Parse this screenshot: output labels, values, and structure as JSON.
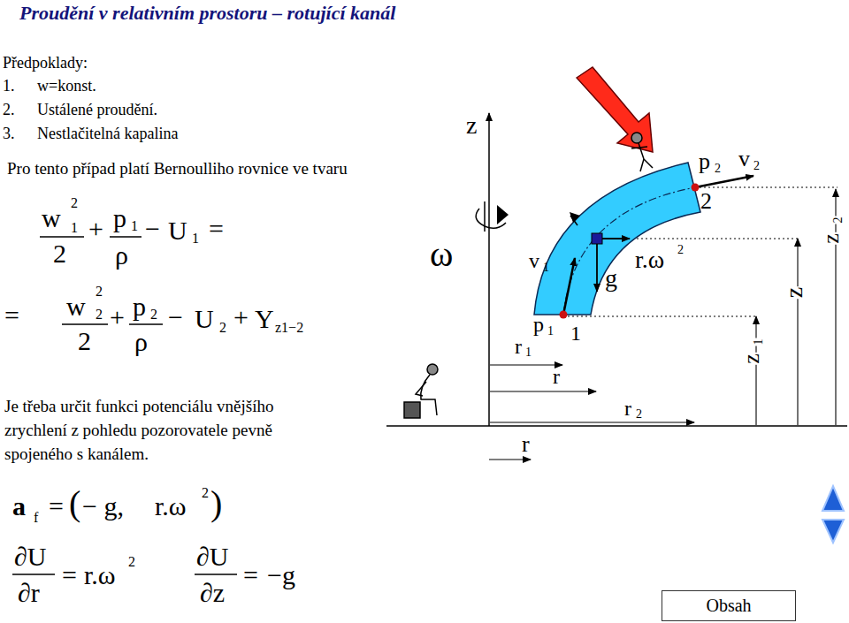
{
  "diagram": {
    "title": "Proudění v relativním prostoru – rotující kanál",
    "nodes": [
      {
        "text": [
          "Obsah"
        ]
      }
    ],
    "labels": [
      "Předpoklady:",
      "1.",
      "w=konst.",
      "2.",
      "Ustálené proudění.",
      "3.",
      "Nestlačitelná kapalina",
      "Pro tento případ platí Bernoulliho rovnice ve tvaru",
      "w",
      "2",
      "1",
      "2",
      "+",
      "p",
      "1",
      "ρ",
      "−",
      "U",
      "1",
      "=",
      "=",
      "w",
      "2",
      "2",
      "2",
      "+",
      "p",
      "2",
      "ρ",
      "−",
      "U",
      "2",
      "+",
      "Y",
      "z1−2",
      "Je třeba určit funkci potenciálu vnějšího",
      "zrychlení z pohledu pozorovatele pevně",
      "spojeného s kanálem.",
      "a",
      "f",
      "=",
      "(",
      "− g,",
      "r.ω",
      "2",
      ")",
      "∂U",
      "∂r",
      "=",
      "r.ω",
      "2",
      "∂U",
      "∂z",
      "=",
      "−g",
      "z",
      "ω",
      "v",
      "1",
      "p",
      "1",
      "1",
      "r",
      "1",
      "r",
      "g",
      "r.ω",
      "2",
      "p",
      "2",
      "v",
      "2",
      "2",
      "r",
      "2",
      "r",
      "z",
      "2",
      "z",
      "z",
      "1"
    ]
  }
}
